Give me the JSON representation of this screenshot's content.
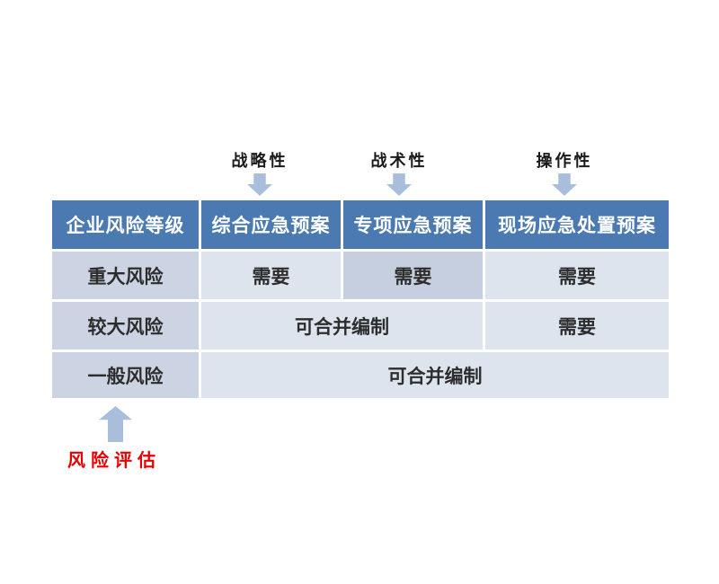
{
  "colors": {
    "header-bg": "#4b7ab3",
    "header-text": "#ffffff",
    "risk-col-bg": "#ccd4e3",
    "cell-bg": "#dde4ee",
    "highlight-cell-bg": "#c6cfdf",
    "arrow": "#a8bedb",
    "cell-text": "#2d2d2d",
    "label-text": "#1a1a1a",
    "annotation-red": "#e60000"
  },
  "plan_type_labels": [
    {
      "label": "战略性"
    },
    {
      "label": "战术性"
    },
    {
      "label": "操作性"
    }
  ],
  "table": {
    "headers": [
      "企业风险等级",
      "综合应急预案",
      "专项应急预案",
      "现场应急处置预案"
    ],
    "rows": [
      {
        "risk_level": "重大风险",
        "comprehensive": "需要",
        "special": "需要",
        "onsite": "需要"
      },
      {
        "risk_level": "较大风险",
        "combined": "可合并编制",
        "onsite": "需要"
      },
      {
        "risk_level": "一般风险",
        "combined": "可合并编制"
      }
    ]
  },
  "bottom_annotation": {
    "label": "风险评估"
  }
}
